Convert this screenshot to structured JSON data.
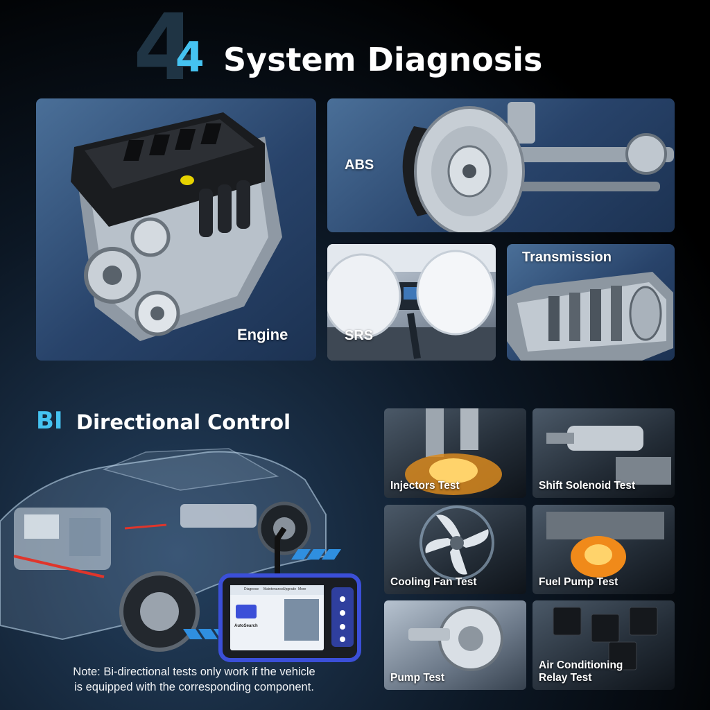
{
  "header": {
    "digit": "4",
    "title": "System Diagnosis"
  },
  "systems": [
    {
      "label": "Engine"
    },
    {
      "label": "ABS"
    },
    {
      "label": "SRS"
    },
    {
      "label": "Transmission"
    }
  ],
  "bidirectional": {
    "prefix": "BI",
    "title": "Directional Control"
  },
  "device_screen": {
    "tabs": [
      "Diagnose",
      "Maintenance",
      "Upgrade",
      "More"
    ],
    "app_label": "AutoSearch"
  },
  "tests": [
    {
      "label": "Injectors Test"
    },
    {
      "label": "Shift Solenoid Test"
    },
    {
      "label": "Cooling Fan Test"
    },
    {
      "label": "Fuel Pump Test"
    },
    {
      "label": "Pump Test"
    },
    {
      "label": "Air Conditioning\nRelay Test"
    }
  ],
  "note": "Note: Bi-directional tests only work if the vehicle\nis equipped with the corresponding component.",
  "colors": {
    "accent": "#45c3f1",
    "digit_shadow": "#1f3444",
    "tile_blue": "#28436a",
    "device_blue": "#3b4fd8"
  }
}
